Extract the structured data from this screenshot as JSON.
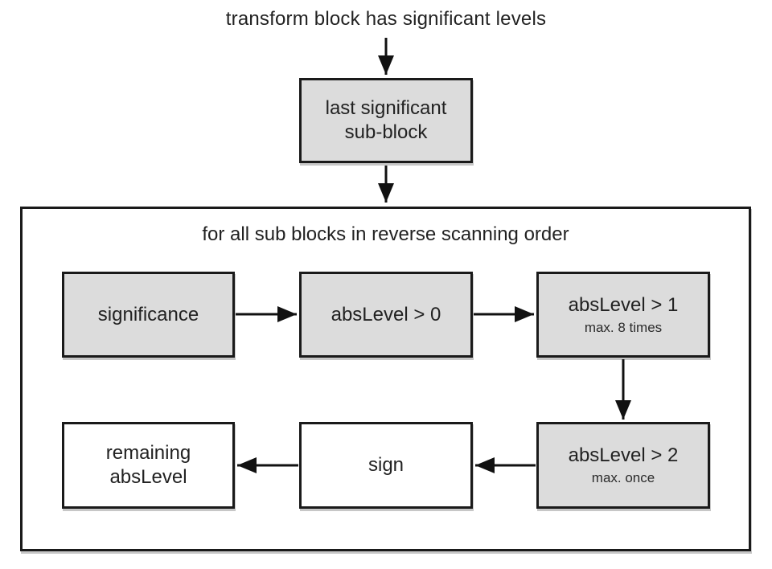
{
  "diagram": {
    "title": "transform block has significant levels",
    "loop": {
      "label": "for all sub blocks in reverse scanning order"
    },
    "nodes": {
      "last_sub_block": {
        "line1": "last significant",
        "line2": "sub-block"
      },
      "significance": {
        "label": "significance"
      },
      "abslevel0": {
        "label": "absLevel > 0"
      },
      "abslevel1": {
        "label": "absLevel > 1",
        "note": "max. 8 times"
      },
      "abslevel2": {
        "label": "absLevel > 2",
        "note": "max. once"
      },
      "sign": {
        "label": "sign"
      },
      "remaining": {
        "line1": "remaining",
        "line2": "absLevel"
      }
    },
    "colors": {
      "background": "#ffffff",
      "box_fill_gray": "#dcdcdc",
      "box_fill_white": "#ffffff",
      "border": "#1a1a1a",
      "text": "#222222",
      "arrow": "#111111"
    }
  }
}
